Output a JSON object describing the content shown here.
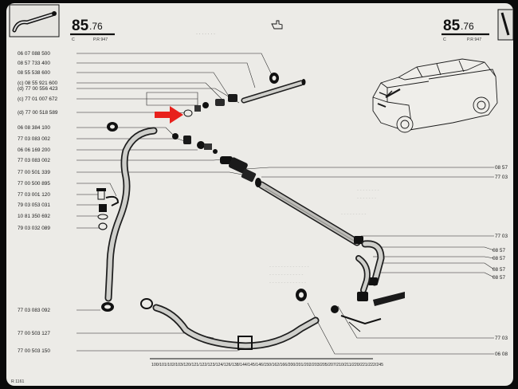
{
  "header": {
    "page_number_main": "85",
    "page_number_sub": ".76",
    "code_left": "C",
    "code_right": "P.R 947"
  },
  "left_labels": [
    "06 07 088 500",
    "08 57 733 400",
    "08 55 538 600",
    "(c) 08 55 921 600",
    "(d) 77 00 556 423",
    "(c) 77 01 007 672",
    "(d) 77 00 518 589",
    "06 08 384 100",
    "77 03 083 002",
    "06 06 169 200",
    "77 03 083 002",
    "77 00 501 339",
    "77 00 500 895",
    "77 03 001 120",
    "79 03 053 031",
    "10 81 350 692",
    "79 03 032 089",
    "77 03 083 092",
    "77 00 503 127",
    "77 00 503 150"
  ],
  "right_labels": [
    "08 57",
    "77 03",
    "77 03",
    "08 57",
    "08 57",
    "08 57",
    "08 57",
    "77 03",
    "06 08"
  ],
  "footer_models": "100/101/102/103/120/121/122/123/124/126/138/144/145/146/150/162/166/200/201/202/203/205/207/210/211/220/221/222/245",
  "footer_left_code": "R 1161",
  "colors": {
    "paper": "#ecebe7",
    "ink": "#1a1a1a",
    "arrow": "#e8211c",
    "frame": "#0a0a0a"
  },
  "icons": [
    "hand-pointer-icon",
    "car-illustration",
    "hose-thumbnail-icon",
    "red-arrow-icon"
  ]
}
